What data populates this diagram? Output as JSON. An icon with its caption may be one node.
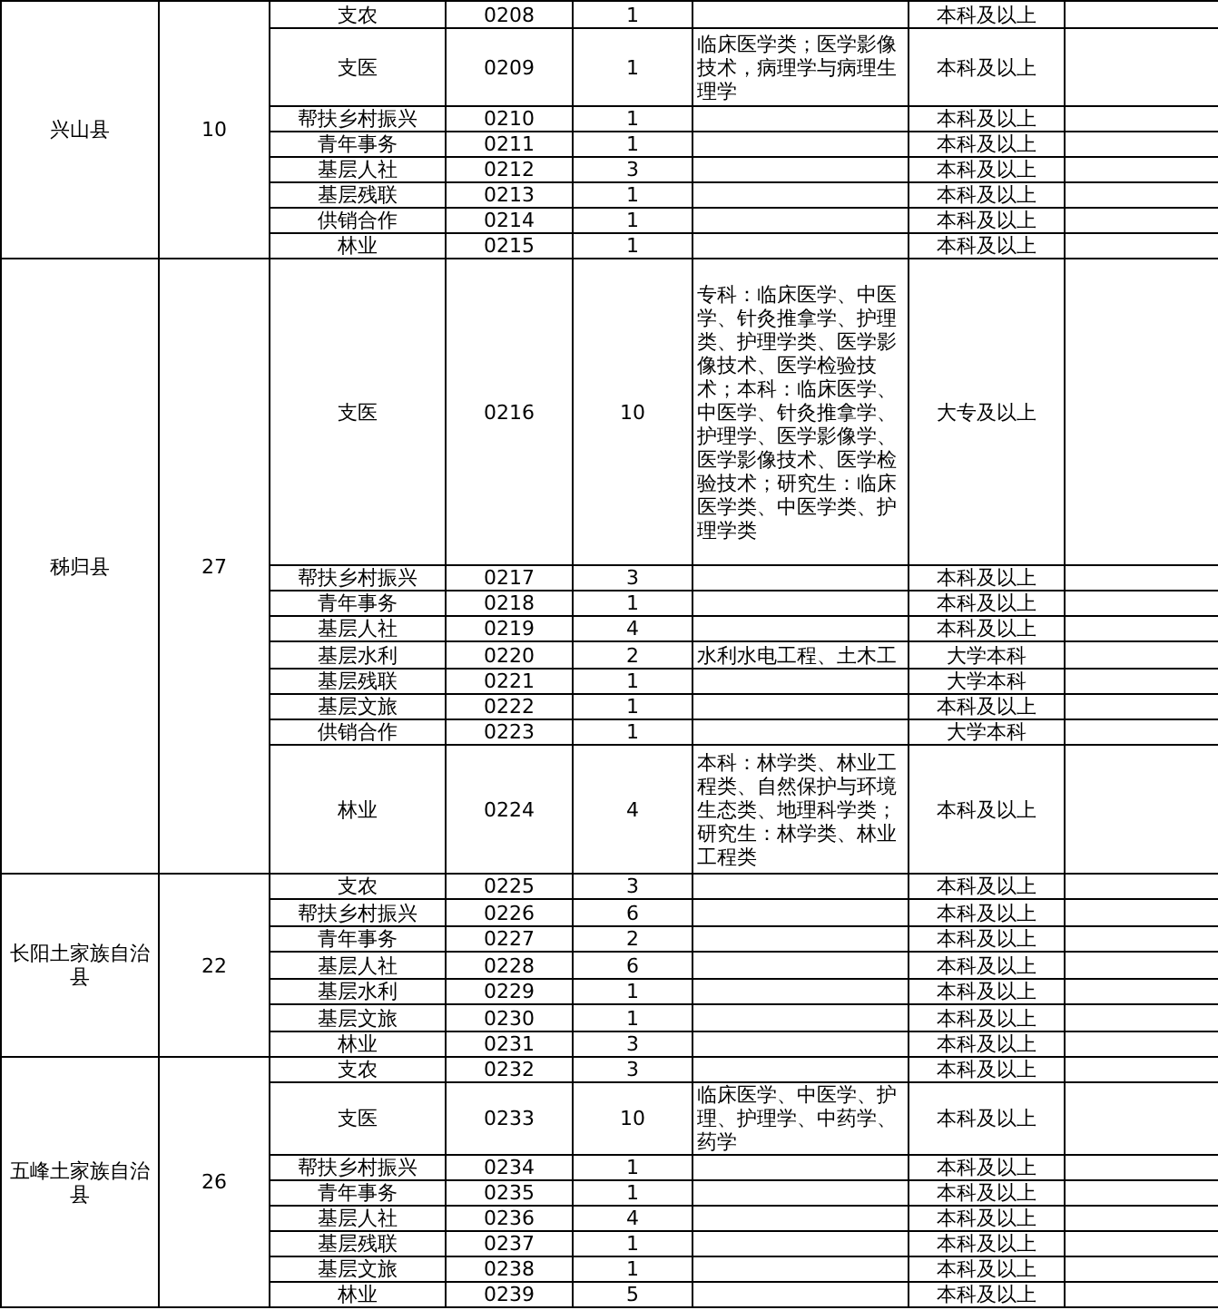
{
  "diagram": {
    "labels": [
      "兴山县",
      "10",
      "支农",
      "0208",
      "1",
      "本科及以上",
      "支医",
      "0209",
      "1",
      "临床医学类；医学影像技术，病理学与病理生理学",
      "本科及以上",
      "帮扶乡村振兴",
      "0210",
      "1",
      "本科及以上",
      "青年事务",
      "0211",
      "1",
      "本科及以上",
      "基层人社",
      "0212",
      "3",
      "本科及以上",
      "基层残联",
      "0213",
      "1",
      "本科及以上",
      "供销合作",
      "0214",
      "1",
      "本科及以上",
      "林业",
      "0215",
      "1",
      "本科及以上",
      "秭归县",
      "27",
      "支医",
      "0216",
      "10",
      "专科：临床医学、中医学、针灸推拿学、护理类、护理学类、医学影像技术、医学检验技术；本科：临床医学、中医学、针灸推拿学、护理学、医学影像学、医学影像技术、医学检验技术；研究生：临床医学类、中医学类、护理学类",
      "大专及以上",
      "帮扶乡村振兴",
      "0217",
      "3",
      "本科及以上",
      "青年事务",
      "0218",
      "1",
      "本科及以上",
      "基层人社",
      "0219",
      "4",
      "本科及以上",
      "基层水利",
      "0220",
      "2",
      "水利水电工程、土木工",
      "大学本科",
      "基层残联",
      "0221",
      "1",
      "大学本科",
      "基层文旅",
      "0222",
      "1",
      "本科及以上",
      "供销合作",
      "0223",
      "1",
      "大学本科",
      "林业",
      "0224",
      "4",
      "本科：林学类、林业工程类、自然保护与环境生态类、地理科学类；研究生：林学类、林业工程类",
      "本科及以上",
      "长阳土家族自治县",
      "22",
      "支农",
      "0225",
      "3",
      "本科及以上",
      "帮扶乡村振兴",
      "0226",
      "6",
      "本科及以上",
      "青年事务",
      "0227",
      "2",
      "本科及以上",
      "基层人社",
      "0228",
      "6",
      "本科及以上",
      "基层水利",
      "0229",
      "1",
      "本科及以上",
      "基层文旅",
      "0230",
      "1",
      "本科及以上",
      "林业",
      "0231",
      "3",
      "本科及以上",
      "五峰土家族自治县",
      "26",
      "支农",
      "0232",
      "3",
      "本科及以上",
      "支医",
      "0233",
      "10",
      "临床医学、中医学、护理、护理学、中药学、药学",
      "本科及以上",
      "帮扶乡村振兴",
      "0234",
      "1",
      "本科及以上",
      "青年事务",
      "0235",
      "1",
      "本科及以上",
      "基层人社",
      "0236",
      "4",
      "本科及以上",
      "基层残联",
      "0237",
      "1",
      "本科及以上",
      "基层文旅",
      "0238",
      "1",
      "本科及以上",
      "林业",
      "0239",
      "5",
      "本科及以上"
    ]
  }
}
